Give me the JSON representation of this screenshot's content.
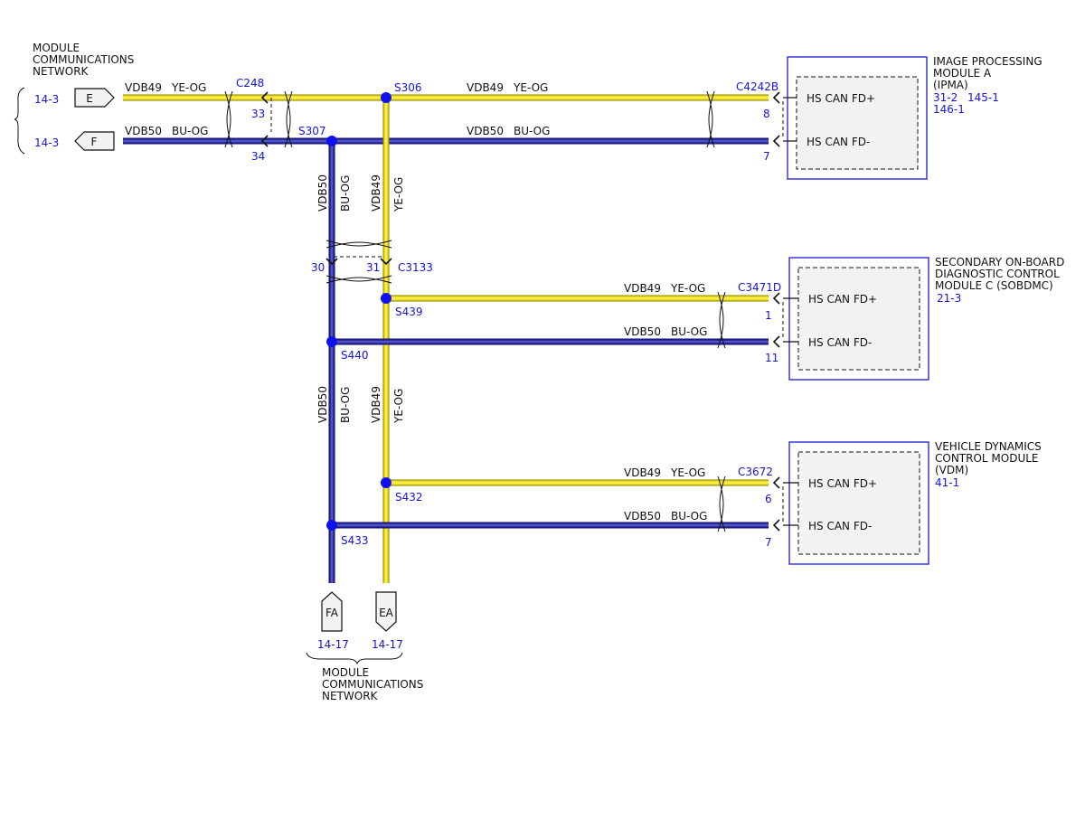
{
  "colors": {
    "ye_og": "#f1e20f",
    "bu_og": "#2c2ca8",
    "ref_blue": "#1515d8",
    "splice_blue": "#1010ee",
    "module_border": "#2a2ad8",
    "module_fill": "#f2f2f2"
  },
  "network_left": {
    "title": [
      "MODULE",
      "COMMUNICATIONS",
      "NETWORK"
    ],
    "ref_e": "14-3",
    "ref_f": "14-3",
    "conn_e": "E",
    "conn_f": "F"
  },
  "network_bottom": {
    "title": [
      "MODULE",
      "COMMUNICATIONS",
      "NETWORK"
    ],
    "ref_fa": "14-17",
    "ref_ea": "14-17",
    "conn_fa": "FA",
    "conn_ea": "EA"
  },
  "circuits": {
    "vdb49": "VDB49",
    "vdb50": "VDB50",
    "ye_og": "YE-OG",
    "bu_og": "BU-OG"
  },
  "connectors": {
    "c248": "C248",
    "c248_pin_a": "33",
    "c248_pin_b": "34",
    "c3133": "C3133",
    "c3133_pin_a": "30",
    "c3133_pin_b": "31",
    "c4242b": "C4242B",
    "c4242b_pin_a": "8",
    "c4242b_pin_b": "7",
    "c3471d": "C3471D",
    "c3471d_pin_a": "1",
    "c3471d_pin_b": "11",
    "c3672": "C3672",
    "c3672_pin_a": "6",
    "c3672_pin_b": "7"
  },
  "splices": {
    "s306": "S306",
    "s307": "S307",
    "s439": "S439",
    "s440": "S440",
    "s432": "S432",
    "s433": "S433"
  },
  "modules": {
    "ipma": {
      "name": [
        "IMAGE PROCESSING",
        "MODULE A",
        "(IPMA)"
      ],
      "refs": [
        "31-2",
        "145-1",
        "146-1"
      ],
      "pin_plus": "HS CAN FD+",
      "pin_minus": "HS CAN FD-"
    },
    "sobdmc": {
      "name": [
        "SECONDARY ON-BOARD",
        "DIAGNOSTIC CONTROL",
        "MODULE C (SOBDMC)"
      ],
      "refs": [
        "21-3"
      ],
      "pin_plus": "HS CAN FD+",
      "pin_minus": "HS CAN FD-"
    },
    "vdm": {
      "name": [
        "VEHICLE DYNAMICS",
        "CONTROL MODULE",
        "(VDM)"
      ],
      "refs": [
        "41-1"
      ],
      "pin_plus": "HS CAN FD+",
      "pin_minus": "HS CAN FD-"
    }
  }
}
